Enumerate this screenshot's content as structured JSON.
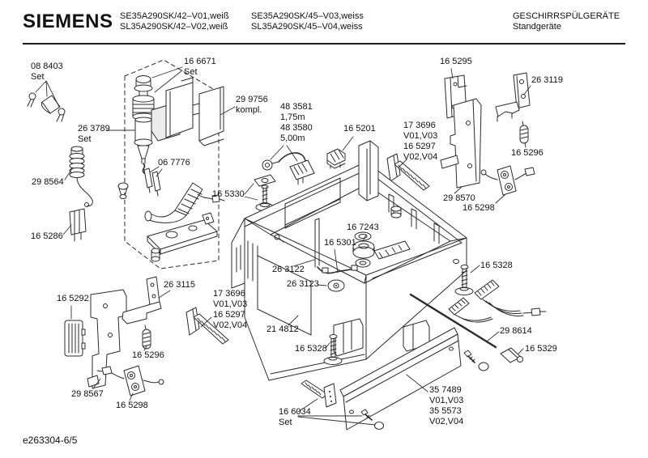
{
  "header": {
    "brand": "SIEMENS",
    "models_left": "SE35A290SK/42–V01,weiß\nSL35A290SK/42–V02,weiß",
    "models_right": "SE35A290SK/45–V03,weiss\nSL35A290SK/45–V04,weiss",
    "category": "GESCHIRRSPÜLGERÄTE",
    "appliance_type": "Standgeräte"
  },
  "footer": {
    "doc_code": "e263304-6/5"
  },
  "colors": {
    "background": "#ffffff",
    "line": "#2b2b2b"
  },
  "labels": {
    "p08_8403": "08 8403\nSet",
    "p16_6671": "16 6671\nSet",
    "p29_9756": "29 9756\nkompl.",
    "p48_3581": "48 3581\n1,75m\n48 3580\n5,00m",
    "p16_5201": "16 5201",
    "p16_5295": "16 5295",
    "p26_3119": "26 3119",
    "p17_3696_top": "17 3696\nV01,V03\n16 5297\nV02,V04",
    "p16_5296_top": "16 5296",
    "p26_3789": "26 3789\nSet",
    "p06_7776": "06 7776",
    "p29_8564": "29 8564",
    "p16_5330": "16 5330",
    "p29_8570": "29 8570",
    "p16_5298_top": "16 5298",
    "p16_5286": "16 5286",
    "p16_7243": "16 7243",
    "p16_5301": "16 5301",
    "p26_3122": "26 3122",
    "p26_3123": "26 3123",
    "p16_5328_right": "16 5328",
    "p16_5292": "16 5292",
    "p26_3115": "26 3115",
    "p17_3696_bot": "17 3696\nV01,V03\n16 5297\nV02,V04",
    "p21_4812": "21 4812",
    "p29_8614": "29 8614",
    "p16_5328_bot": "16 5328",
    "p16_5329": "16 5329",
    "p16_5296_bot": "16 5296",
    "p29_8567": "29 8567",
    "p16_5298_bot": "16 5298",
    "p35_7489": "35 7489\nV01,V03\n35 5573\nV02,V04",
    "p16_6034": "16 6034\nSet"
  }
}
